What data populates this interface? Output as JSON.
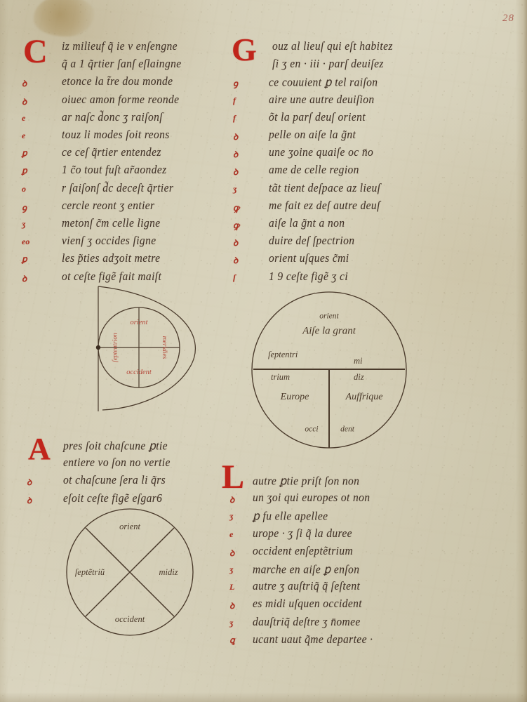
{
  "folio": {
    "number": "28",
    "material": "parchment",
    "ink_color": "#44352a",
    "rubric_color": "#b4251b"
  },
  "columns": {
    "left": {
      "initial": "C",
      "lines": [
        {
          "marker": "",
          "text": "iz milieuf q̃ ie v enſengne"
        },
        {
          "marker": "",
          "text": "q̃ a 1 q̃rtier ſanſ eſlaingne"
        },
        {
          "marker": "ꝺ",
          "text": "etonce la t̃re dou monde"
        },
        {
          "marker": "ꝺ",
          "text": "oiuec amon forme reonde"
        },
        {
          "marker": "e",
          "text": "ar        naſc d̃onc ʒ raiſonſ"
        },
        {
          "marker": "e",
          "text": "touz li modes ſoit reons"
        },
        {
          "marker": "ꝑ",
          "text": "ce ceſ q̃rtier entendez"
        },
        {
          "marker": "ꝑ",
          "text": "1 c̃o tout fuſt ar̃aondez"
        },
        {
          "marker": "o",
          "text": "r ſaiſonſ d̃c deceſt q̃rtier"
        },
        {
          "marker": "ꝯ",
          "text": "cercle reont ʒ entier"
        },
        {
          "marker": "ʒ",
          "text": "metonſ c̃m celle ligne"
        },
        {
          "marker": "eo",
          "text": "vienſ ʒ occides ſigne"
        },
        {
          "marker": "ꝑ",
          "text": "les p̃ties adʒoit metre"
        },
        {
          "marker": "ꝺ",
          "text": "ot ceſte figẽ fait maiſt"
        }
      ]
    },
    "right": {
      "initial": "G",
      "lines": [
        {
          "marker": "",
          "text": "ouz al lieuſ qui eſt habitez"
        },
        {
          "marker": "",
          "text": "ſi ʒ en · iii · parſ deuiſez"
        },
        {
          "marker": "ꝯ",
          "text": "ce couuient ꝑ tel raiſon"
        },
        {
          "marker": "f",
          "text": "aire une autre deuiſion"
        },
        {
          "marker": "f",
          "text": "õt la parſ deuſ orient"
        },
        {
          "marker": "ꝺ",
          "text": "pelle on aiſe la g̃nt"
        },
        {
          "marker": "ꝺ",
          "text": "une ʒoine quaiſe oc n̄o"
        },
        {
          "marker": "ꝺ",
          "text": "ame de celle region"
        },
        {
          "marker": "ʒ",
          "text": "tãt tient deſpace az lieuſ"
        },
        {
          "marker": "ꝙ",
          "text": "me fait ez deſ autre deuſ"
        },
        {
          "marker": "ꝙ",
          "text": "aiſe la g̃nt a non"
        },
        {
          "marker": "ꝺ",
          "text": "duire deſ ſpectrion"
        },
        {
          "marker": "ꝺ",
          "text": "orient uſques c̃mi"
        },
        {
          "marker": "ſ",
          "text": "1 9 ceſte figẽ ʒ ci"
        }
      ]
    },
    "lower_left": {
      "initial": "A",
      "lines": [
        {
          "marker": "",
          "text": "pres ſoit chaſcune ꝑtie"
        },
        {
          "marker": "",
          "text": "entiere vo ſon no vertie"
        },
        {
          "marker": "ꝺ",
          "text": "ot chaſcune ſera li q̃rs"
        },
        {
          "marker": "ꝺ",
          "text": "eſoit ceſte figẽ eſgar6"
        }
      ]
    },
    "lower_right": {
      "initial": "L",
      "lines": [
        {
          "marker": "",
          "text": "autre ꝑtie priſt ſon non"
        },
        {
          "marker": "ꝺ",
          "text": "un ʒoi qui europes ot non"
        },
        {
          "marker": "ʒ",
          "text": "ꝑ fu elle apellee"
        },
        {
          "marker": "e",
          "text": "urope · ʒ ſi q̃ la duree"
        },
        {
          "marker": "ꝺ",
          "text": "occident enſeptẽtrium"
        },
        {
          "marker": "ʒ",
          "text": "marche en aiſe ꝑ enſon"
        },
        {
          "marker": "L",
          "text": "autre ʒ auſtriq̃ q̃ ſeſtent"
        },
        {
          "marker": "ꝺ",
          "text": "es midi uſquen occident"
        },
        {
          "marker": "ʒ",
          "text": "dauſtriq̃ deſtre ʒ n̄omee"
        },
        {
          "marker": "ꝗ",
          "text": "ucant uaut q̃me departee ·"
        }
      ]
    }
  },
  "diagrams": [
    {
      "id": "hemisphere-quarter-diagram",
      "name": "Quarter-of-the-world hemisphere figure",
      "labels": {
        "top": "orient",
        "bottom": "occident",
        "left": "ſeptentrion",
        "right": "meridies"
      }
    },
    {
      "id": "t-o-map",
      "name": "T-O world map with three continents",
      "labels": {
        "top_direction": "orient",
        "top_region": "Aiſe la grant",
        "left_upper": "ſeptentri",
        "left_lower": "trium",
        "right_upper": "mi",
        "right_lower": "diz",
        "bottom_left_region": "Europe",
        "bottom_right_region": "Auffrique",
        "bottom_left_direction": "occi",
        "bottom_right_direction": "dent"
      }
    },
    {
      "id": "four-quarter-wheel",
      "name": "Four-quarter wheel diagram",
      "labels": {
        "top": "orient",
        "bottom": "occident",
        "left": "ſeptẽtriũ",
        "right": "midiz"
      }
    }
  ]
}
